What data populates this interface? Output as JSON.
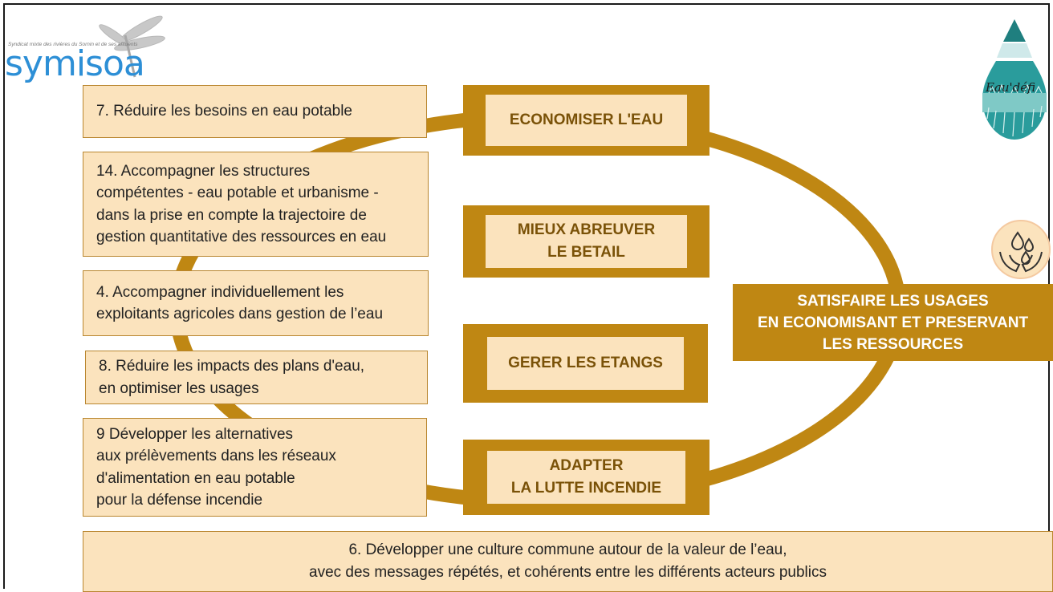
{
  "logo": {
    "wordmark": "symisoa",
    "tagline": "Syndicat mixte des rivières du Sornin et de ses affluents",
    "image": "dragonfly-logo"
  },
  "badges": {
    "drop_label": "Eau'défi",
    "drop_icon": "water-drop-logo",
    "hands_icon": "hands-water-drops-icon"
  },
  "actions": [
    "7. Réduire les besoins en eau potable",
    "14. Accompagner les structures\ncompétentes - eau potable et urbanisme -\ndans la prise en compte la trajectoire de\ngestion quantitative des ressources en eau",
    "4. Accompagner individuellement les\nexploitants agricoles dans gestion de l’eau",
    "8. Réduire les impacts des plans d'eau,\nen optimiser les usages",
    "9 Développer les alternatives\naux prélèvements dans les réseaux\nd'alimentation en eau potable\npour la défense incendie"
  ],
  "themes": [
    "ECONOMISER L'EAU",
    "MIEUX ABREUVER\nLE BETAIL",
    "GERER LES ETANGS",
    "ADAPTER\nLA LUTTE INCENDIE"
  ],
  "goal": "SATISFAIRE LES USAGES\nEN ECONOMISANT ET PRESERVANT\nLES RESSOURCES",
  "footer": "6. Développer une culture commune autour de la valeur de l’eau,\navec des messages répétés, et cohérents entre les différents acteurs publics",
  "colors": {
    "ring": "#bf8713",
    "box_fill": "#fbe3bd",
    "box_border": "#b9862f",
    "theme_text": "#7a5208",
    "goal_text": "#ffffff"
  }
}
